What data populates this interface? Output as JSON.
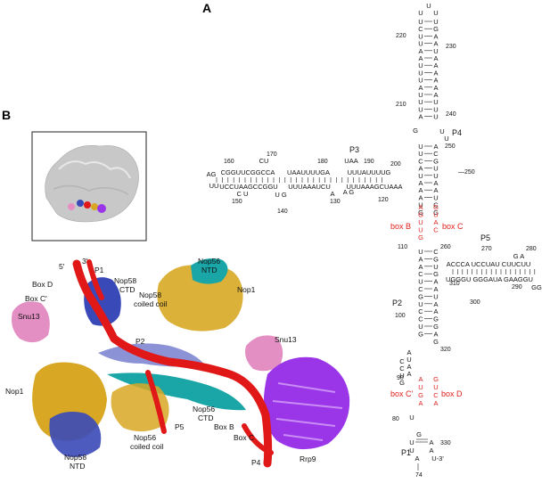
{
  "panels": {
    "a": "A",
    "b": "B"
  },
  "rna_labels": {
    "p1": "P1",
    "p2": "P2",
    "p3": "P3",
    "p4": "P4",
    "p5": "P5",
    "box_b": "box B",
    "box_c": "box C",
    "box_c_prime": "box C'",
    "box_d": "box D"
  },
  "rna_numbers": {
    "n74": "74",
    "n80": "80",
    "n90": "90",
    "n100": "100",
    "n110": "110",
    "n120": "120",
    "n130": "130",
    "n140": "140",
    "n150": "150",
    "n160": "160",
    "n170": "170",
    "n180": "180",
    "n190": "190",
    "n200": "200",
    "n210": "210",
    "n220": "220",
    "n230": "230",
    "n240": "240",
    "n250": "250",
    "n260": "260",
    "n270": "270",
    "n280": "280",
    "n290": "290",
    "n300": "300",
    "n310": "310",
    "n320": "320",
    "n330": "330",
    "three_prime": "U-3'"
  },
  "p3_strands": {
    "top_left": "CGGUUCGGCCA",
    "top_mid": "UAAUUUUGA",
    "top_right": "UUUAUUUUG",
    "bottom_left": "UCCUAAGCCGGU",
    "bottom_mid": "UUUAAAUCU",
    "bottom_right": "UUUAAAGCUAAA",
    "loop_left_a": "AG",
    "loop_left_b": "UU",
    "bulge_170": "CU",
    "bulge_uaa": "UAA",
    "bulge_150": "C U",
    "bulge_140": "U G",
    "bulge_130": "A",
    "bulge_ag": "A G"
  },
  "p5_strands": {
    "top": "ACCCA UCCUAU CUUCUU",
    "bottom": "UGGGU GGGAUA GAAGGU",
    "loop_ga": "G A",
    "loop_gg": "GG"
  },
  "stem_top": [
    "U",
    "C",
    "U",
    "U",
    "A",
    "A",
    "U",
    "U",
    "U",
    "A",
    "U",
    "U",
    "U",
    "A"
  ],
  "stem_top_right": [
    "U",
    "G",
    "A",
    "A",
    "U",
    "A",
    "A",
    "A",
    "A",
    "A",
    "A",
    "U",
    "U",
    "U"
  ],
  "stem_lower_left": [
    "U",
    "A",
    "A",
    "C",
    "U",
    "C",
    "G",
    "U",
    "C",
    "C",
    "U",
    "G"
  ],
  "stem_lower_right": [
    "C",
    "G",
    "U",
    "G",
    "A",
    "A",
    "U",
    "A",
    "A",
    "G",
    "G",
    "A",
    "G"
  ],
  "box_b_nts": [
    "A",
    "G",
    "U",
    "U",
    "G"
  ],
  "box_c_nts": [
    "G",
    "U",
    "A",
    "C"
  ],
  "box_cprime_nts": [
    "A",
    "U",
    "G",
    "A"
  ],
  "box_d_nts": [
    "G",
    "U",
    "C",
    "A"
  ],
  "loop_90": [
    "A",
    "U",
    "A",
    "A",
    "C",
    "C",
    "U",
    "G"
  ],
  "structure_labels": {
    "p1": "P1",
    "p2": "P2",
    "p4": "P4",
    "p5": "P5",
    "five_prime": "5'",
    "three_prime": "3'",
    "box_d": "Box D",
    "box_c_prime": "Box C'",
    "box_b": "Box B",
    "box_c": "Box C",
    "nop58_ctd_1": "Nop58",
    "nop58_ctd_2": "CTD",
    "nop58_cc_1": "Nop58",
    "nop58_cc_2": "coiled coil",
    "nop56_ntd_1": "Nop56",
    "nop56_ntd_2": "NTD",
    "nop1_right": "Nop1",
    "snu13_left": "Snu13",
    "snu13_right": "Snu13",
    "nop1_left": "Nop1",
    "nop58_ntd_1": "Nop58",
    "nop58_ntd_2": "NTD",
    "nop56_cc_1": "Nop56",
    "nop56_cc_2": "coiled coil",
    "nop56_ctd_1": "Nop56",
    "nop56_ctd_2": "CTD",
    "rrp9": "Rrp9"
  },
  "colors": {
    "rna": "#e01818",
    "nop58": "#3a49b8",
    "nop58_light": "#8c92d6",
    "nop56": "#1aa6a6",
    "nop1": "#d8a825",
    "snu13": "#e48fc4",
    "rrp9": "#9b36e8",
    "box_red": "#e0201c",
    "map_grey": "#c8c8c8"
  }
}
